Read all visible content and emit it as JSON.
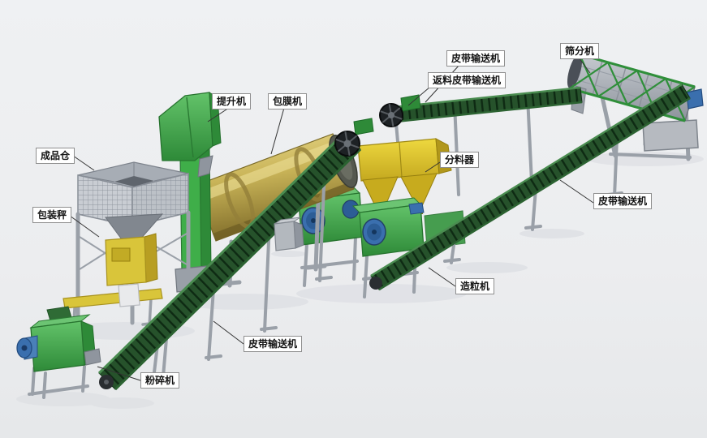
{
  "diagram": {
    "type": "equipment-line-illustration",
    "description_labels_language": "zh-CN"
  },
  "labels": [
    {
      "id": "hoist",
      "text": "提升机"
    },
    {
      "id": "coating-machine",
      "text": "包膜机"
    },
    {
      "id": "belt-conveyor-top",
      "text": "皮带输送机"
    },
    {
      "id": "screening-machine",
      "text": "筛分机"
    },
    {
      "id": "return-belt-conveyor",
      "text": "返料皮带输送机"
    },
    {
      "id": "finished-product-bin",
      "text": "成品仓"
    },
    {
      "id": "distributor",
      "text": "分料器"
    },
    {
      "id": "packing-scale",
      "text": "包装秤"
    },
    {
      "id": "belt-conveyor-right",
      "text": "皮带输送机"
    },
    {
      "id": "granulator",
      "text": "造粒机"
    },
    {
      "id": "belt-conveyor-bottom",
      "text": "皮带输送机"
    },
    {
      "id": "crusher",
      "text": "粉碎机"
    }
  ],
  "colors": {
    "background": "#edeef0",
    "machine_green": "#3fae49",
    "machine_green_dark": "#2e8a38",
    "belt_dark_green": "#26522b",
    "drum_yellow": "#c9b458",
    "hopper_yellow": "#d8bf2b",
    "steel_gray": "#9aa0a8",
    "motor_blue": "#3a6fae",
    "label_text": "#141414",
    "leader_line": "#333333"
  }
}
